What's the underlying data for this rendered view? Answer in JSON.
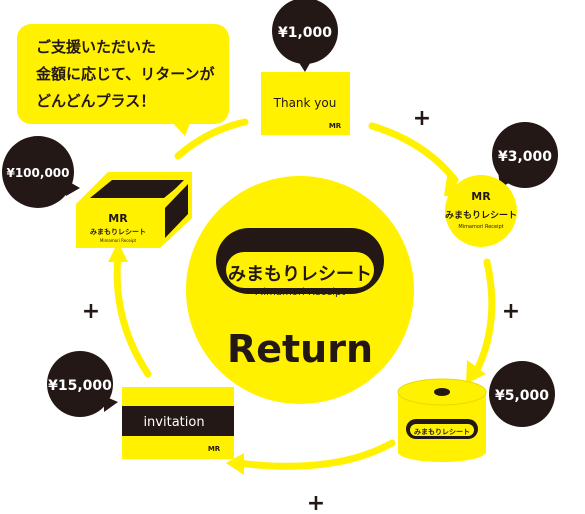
{
  "speech": {
    "line1": "ご支援いただいた",
    "line2": "金額に応じて、リターンが",
    "line3": "どんどんプラス！"
  },
  "center": {
    "logo_jp": "みまもりレシート",
    "logo_en": "Mimamori Receipt",
    "label": "Return"
  },
  "prices": {
    "p1000": "¥1,000",
    "p3000": "¥3,000",
    "p5000": "¥5,000",
    "p15000": "¥15,000",
    "p100000": "¥100,000"
  },
  "items": {
    "thankyou_card": "Thank you",
    "invitation_card": "invitation",
    "mini_logo_jp": "みまもりレシート",
    "mini_logo_en": "Mimamori Receipt",
    "mark": "MR"
  },
  "plus": "+",
  "colors": {
    "yellow": "#FFF100",
    "dark": "#231815",
    "white": "#FFFFFF"
  }
}
